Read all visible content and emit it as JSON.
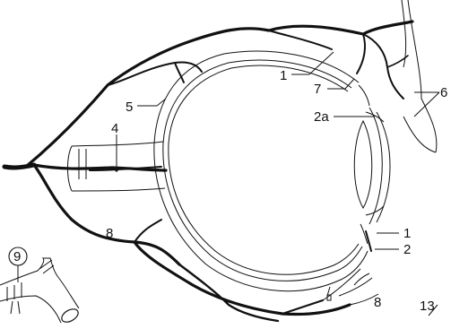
{
  "figure": {
    "labels": {
      "l1_top": "1",
      "l7": "7",
      "l6": "6",
      "l5": "5",
      "l2a": "2a",
      "l4": "4",
      "l1_bottom": "1",
      "l2": "2",
      "l8_left": "8",
      "l8_right": "8",
      "l9": "9",
      "l13": "13"
    }
  }
}
